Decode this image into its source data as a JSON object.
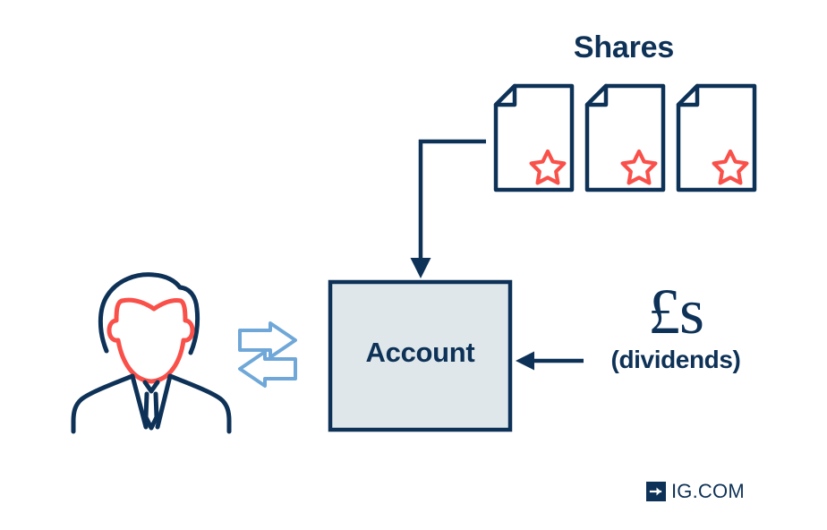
{
  "diagram": {
    "title": "Shares",
    "background_color": "#ffffff",
    "navy": "#0e3257",
    "coral": "#f9504a",
    "light_blue": "#6fa8d8",
    "box_fill": "#dfe7eb"
  },
  "shares": {
    "label": "Shares",
    "document_count": 3,
    "badge_icon": "star-icon",
    "documents": [
      {
        "name": "share-certificate-1",
        "star": "★"
      },
      {
        "name": "share-certificate-2",
        "star": "★"
      },
      {
        "name": "share-certificate-3",
        "star": "★"
      }
    ]
  },
  "account": {
    "label": "Account",
    "fill": "#dfe7eb",
    "border": "#0e3257"
  },
  "investor": {
    "icon": "person-avatar-icon",
    "hair_color": "#0e3257",
    "face_color": "#f9504a",
    "suit_color": "#0e3257"
  },
  "connectors": {
    "shares_to_account": "elbow-arrow-down",
    "investor_exchange_right": "block-arrow-right",
    "investor_exchange_left": "block-arrow-left",
    "dividends_to_account": "arrow-left"
  },
  "dividends": {
    "amount_symbol": "£s",
    "caption": "(dividends)"
  },
  "brand": {
    "mark": "arrow-right-in-square-icon",
    "name": "IG.COM"
  }
}
